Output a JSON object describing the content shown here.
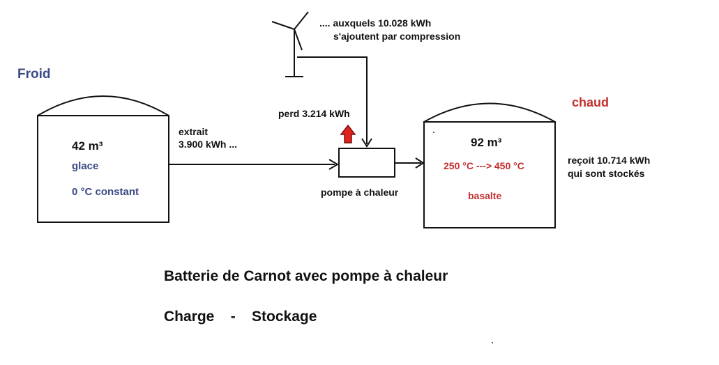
{
  "colors": {
    "cold": "#3b4a86",
    "hot": "#c43030",
    "text": "#111111",
    "arrow_red": "#e0231d"
  },
  "cold_side": {
    "title": "Froid",
    "volume": "42 m³",
    "material": "glace",
    "temperature": "0 °C constant"
  },
  "hot_side": {
    "title": "chaud",
    "volume": "92 m³",
    "temperature": "250 °C --->  450 °C",
    "material": "basalte"
  },
  "flows": {
    "extracted_line1": "extrait",
    "extracted_line2": "3.900 kWh ...",
    "compression_line1": ".... auxquels 10.028 kWh",
    "compression_line2": "s'ajoutent par compression",
    "loss": "perd 3.214 kWh",
    "received_line1": "reçoit 10.714 kWh",
    "received_line2": "qui sont stockés"
  },
  "heat_pump_label": "pompe à chaleur",
  "caption": {
    "title": "Batterie de Carnot avec pompe à chaleur",
    "subtitle": "Charge    -    Stockage"
  }
}
